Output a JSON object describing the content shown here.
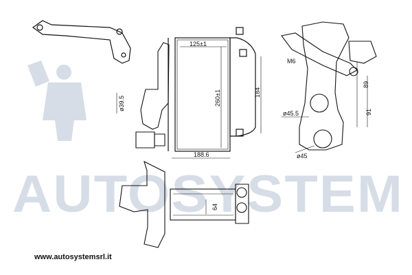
{
  "watermark": {
    "brand": "AUTOSYSTEM",
    "color": "#cfd7e1",
    "icon": "person-figure-logo"
  },
  "website": "www.autosystemsrl.it",
  "dimensions": {
    "core_width_top": "125±1",
    "core_height": "260±1",
    "core_width_bottom": "188.6",
    "mount_height": "184",
    "inlet_diameter": "ø39.5",
    "bracket_thread": "M6",
    "side_dim_upper": "89",
    "side_dim_lower": "91",
    "port_diameter_1": "ø45.5",
    "port_diameter_2": "ø45",
    "bottom_dim": "64"
  },
  "colors": {
    "line": "#111111",
    "watermark": "#cfd7e1"
  }
}
